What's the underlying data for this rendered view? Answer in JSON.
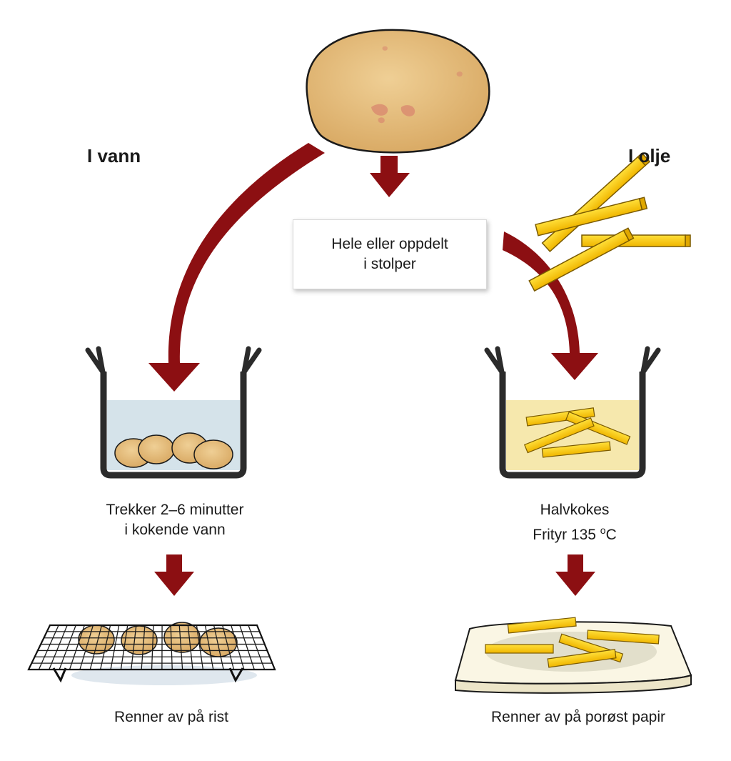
{
  "headings": {
    "water": "I vann",
    "oil": "I olje"
  },
  "center_box": {
    "line1": "Hele eller oppdelt",
    "line2": "i stolper"
  },
  "left_pot": {
    "line1": "Trekker 2–6 minutter",
    "line2": "i kokende vann"
  },
  "right_pot": {
    "line1": "Halvkokes",
    "line2_prefix": "Frityr 135 ",
    "line2_sup": "o",
    "line2_suffix": "C"
  },
  "left_result": "Renner av på rist",
  "right_result": "Renner av på porøst papir",
  "colors": {
    "arrow": "#8c0f12",
    "potato": "#e2b774",
    "fries": "#f5c518",
    "water": "#d5e3ea",
    "oil": "#f6e8ad",
    "pot": "#2b2b2b"
  }
}
